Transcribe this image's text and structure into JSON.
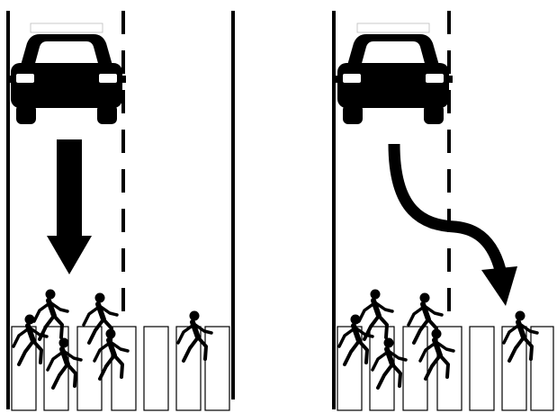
{
  "scenarios": [
    {
      "id": "left",
      "car_direction": "straight",
      "road_lines": [
        "solid-left",
        "dashed-center",
        "solid-right"
      ],
      "pedestrians": 6,
      "crosswalk_stripes": 7
    },
    {
      "id": "right",
      "car_direction": "swerve",
      "road_lines": [
        "solid-left",
        "dashed-center"
      ],
      "pedestrians": 6,
      "crosswalk_stripes": 7
    }
  ],
  "icons": {
    "car": "car-icon",
    "arrow_straight": "arrow-down-icon",
    "arrow_curve": "arrow-swerve-icon",
    "pedestrian": "pedestrian-icon"
  },
  "colors": {
    "ink": "#000000",
    "paper": "#ffffff",
    "faint_outline": "#bbbbbb"
  }
}
